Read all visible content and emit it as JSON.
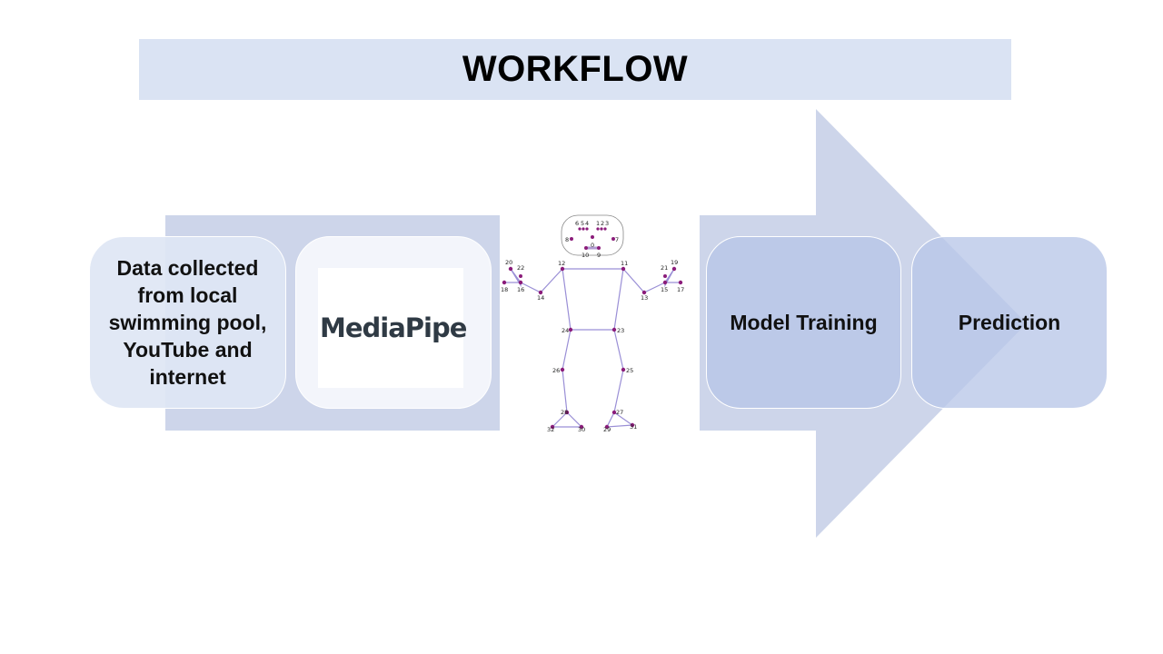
{
  "title": "WORKFLOW",
  "steps": {
    "data_collection": "Data collected from local swimming pool, YouTube and internet",
    "tool": "MediaPipe",
    "training": "Model Training",
    "prediction": "Prediction"
  },
  "pose_landmarks": {
    "labels": [
      "0",
      "1",
      "2",
      "3",
      "4",
      "5",
      "6",
      "7",
      "8",
      "9",
      "10",
      "11",
      "12",
      "13",
      "14",
      "15",
      "16",
      "17",
      "18",
      "19",
      "20",
      "21",
      "22",
      "23",
      "24",
      "25",
      "26",
      "27",
      "28",
      "29",
      "30",
      "31",
      "32"
    ]
  },
  "colors": {
    "title_bg": "#dae3f3",
    "arrow": "#cdd5ea",
    "card_light": "#dee6f4",
    "card_dark": "#b8c7e8",
    "landmark": "#8b1c7a",
    "mediapipe_accent": "#1a9ba0"
  }
}
